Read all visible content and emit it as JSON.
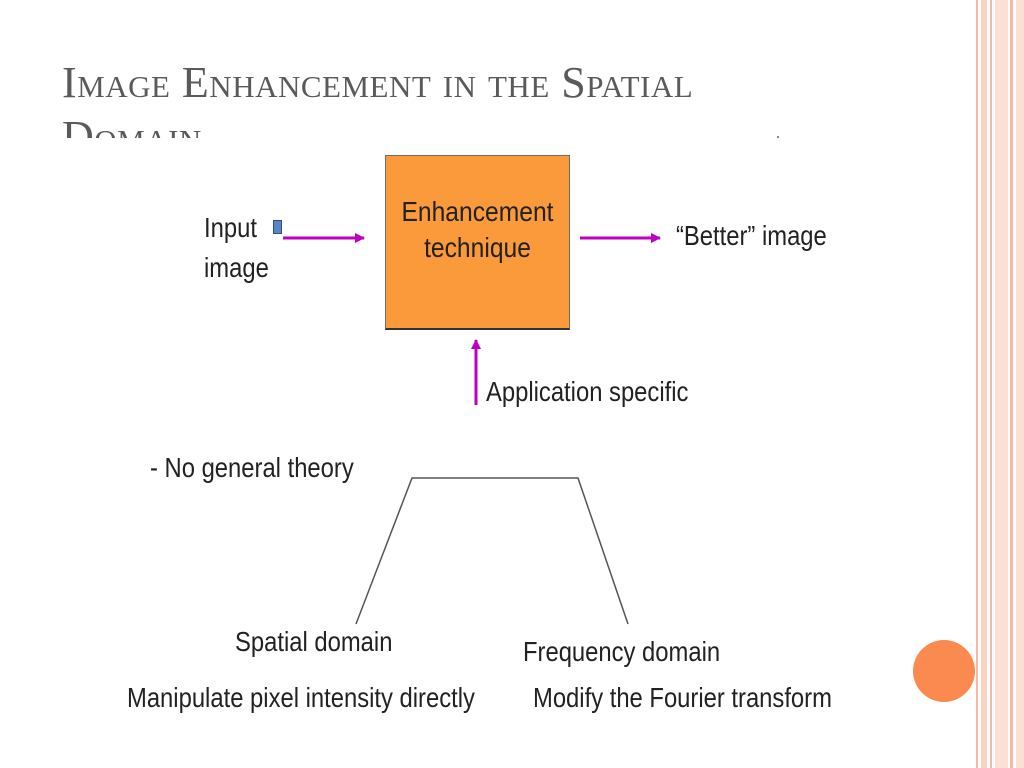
{
  "slide": {
    "title": "Image Enhancement in the Spatial Domain"
  },
  "diagram": {
    "box_label": "Enhancement\ntechnique",
    "input_label": "Input\nimage",
    "output_label": "“Better” image",
    "application_label": "Application specific",
    "no_theory_label": "- No general theory",
    "spatial_label": "Spatial domain",
    "frequency_label": "Frequency domain",
    "spatial_desc": "Manipulate pixel intensity directly",
    "frequency_desc": "Modify the Fourier transform"
  },
  "colors": {
    "box_fill": "#fb9a3a",
    "arrow": "#c000c0",
    "accent_circle": "#fb8a50",
    "title_text": "#5a5a5a"
  }
}
